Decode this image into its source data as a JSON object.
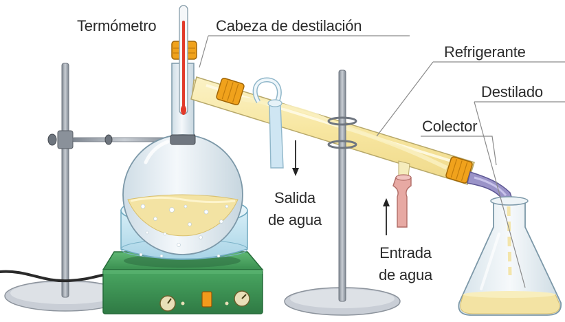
{
  "labels": {
    "thermometer": "Termómetro",
    "head": "Cabeza de destilación",
    "condenser": "Refrigerante",
    "distillate": "Destilado",
    "collector": "Colector",
    "water_out_1": "Salida",
    "water_out_2": "de agua",
    "water_in_1": "Entrada",
    "water_in_2": "de agua"
  },
  "colors": {
    "label_line": "#8a8a8a",
    "stand_metal": "#9aa1ab",
    "stand_base": "#c9ced6",
    "glass": "#dbe8ef",
    "liquid": "#f3e3a3",
    "water_bath": "#bfe2ef",
    "hot_plate": "#3f9c57",
    "joint_clip": "#f0a21c",
    "thermometer_red": "#e23a2a",
    "inlet_hose": "#e7a9a3",
    "outlet_hose": "#cfe6f3",
    "collector_tube": "#9a93c8"
  }
}
